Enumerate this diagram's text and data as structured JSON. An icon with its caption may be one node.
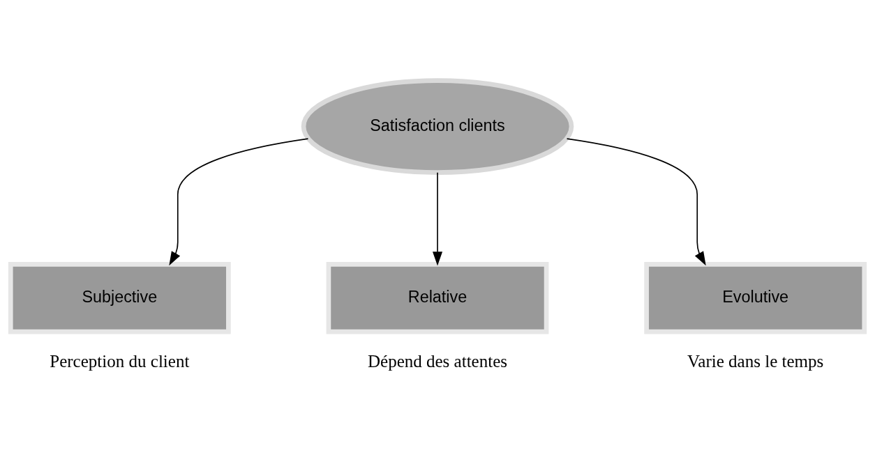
{
  "diagram": {
    "nodes": [
      {
        "text": [
          "Satisfaction clients"
        ]
      },
      {
        "text": [
          "Subjective"
        ],
        "beside": [
          "Perception du client"
        ]
      },
      {
        "text": [
          "Relative"
        ],
        "beside": [
          "Dépend des attentes"
        ]
      },
      {
        "text": [
          "Evolutive"
        ],
        "beside": [
          "Varie dans le temps"
        ]
      }
    ],
    "edges": [
      {
        "from": 0,
        "to": 1,
        "arrow": "to"
      },
      {
        "from": 0,
        "to": 2,
        "arrow": "to"
      },
      {
        "from": 0,
        "to": 3,
        "arrow": "to"
      }
    ]
  }
}
